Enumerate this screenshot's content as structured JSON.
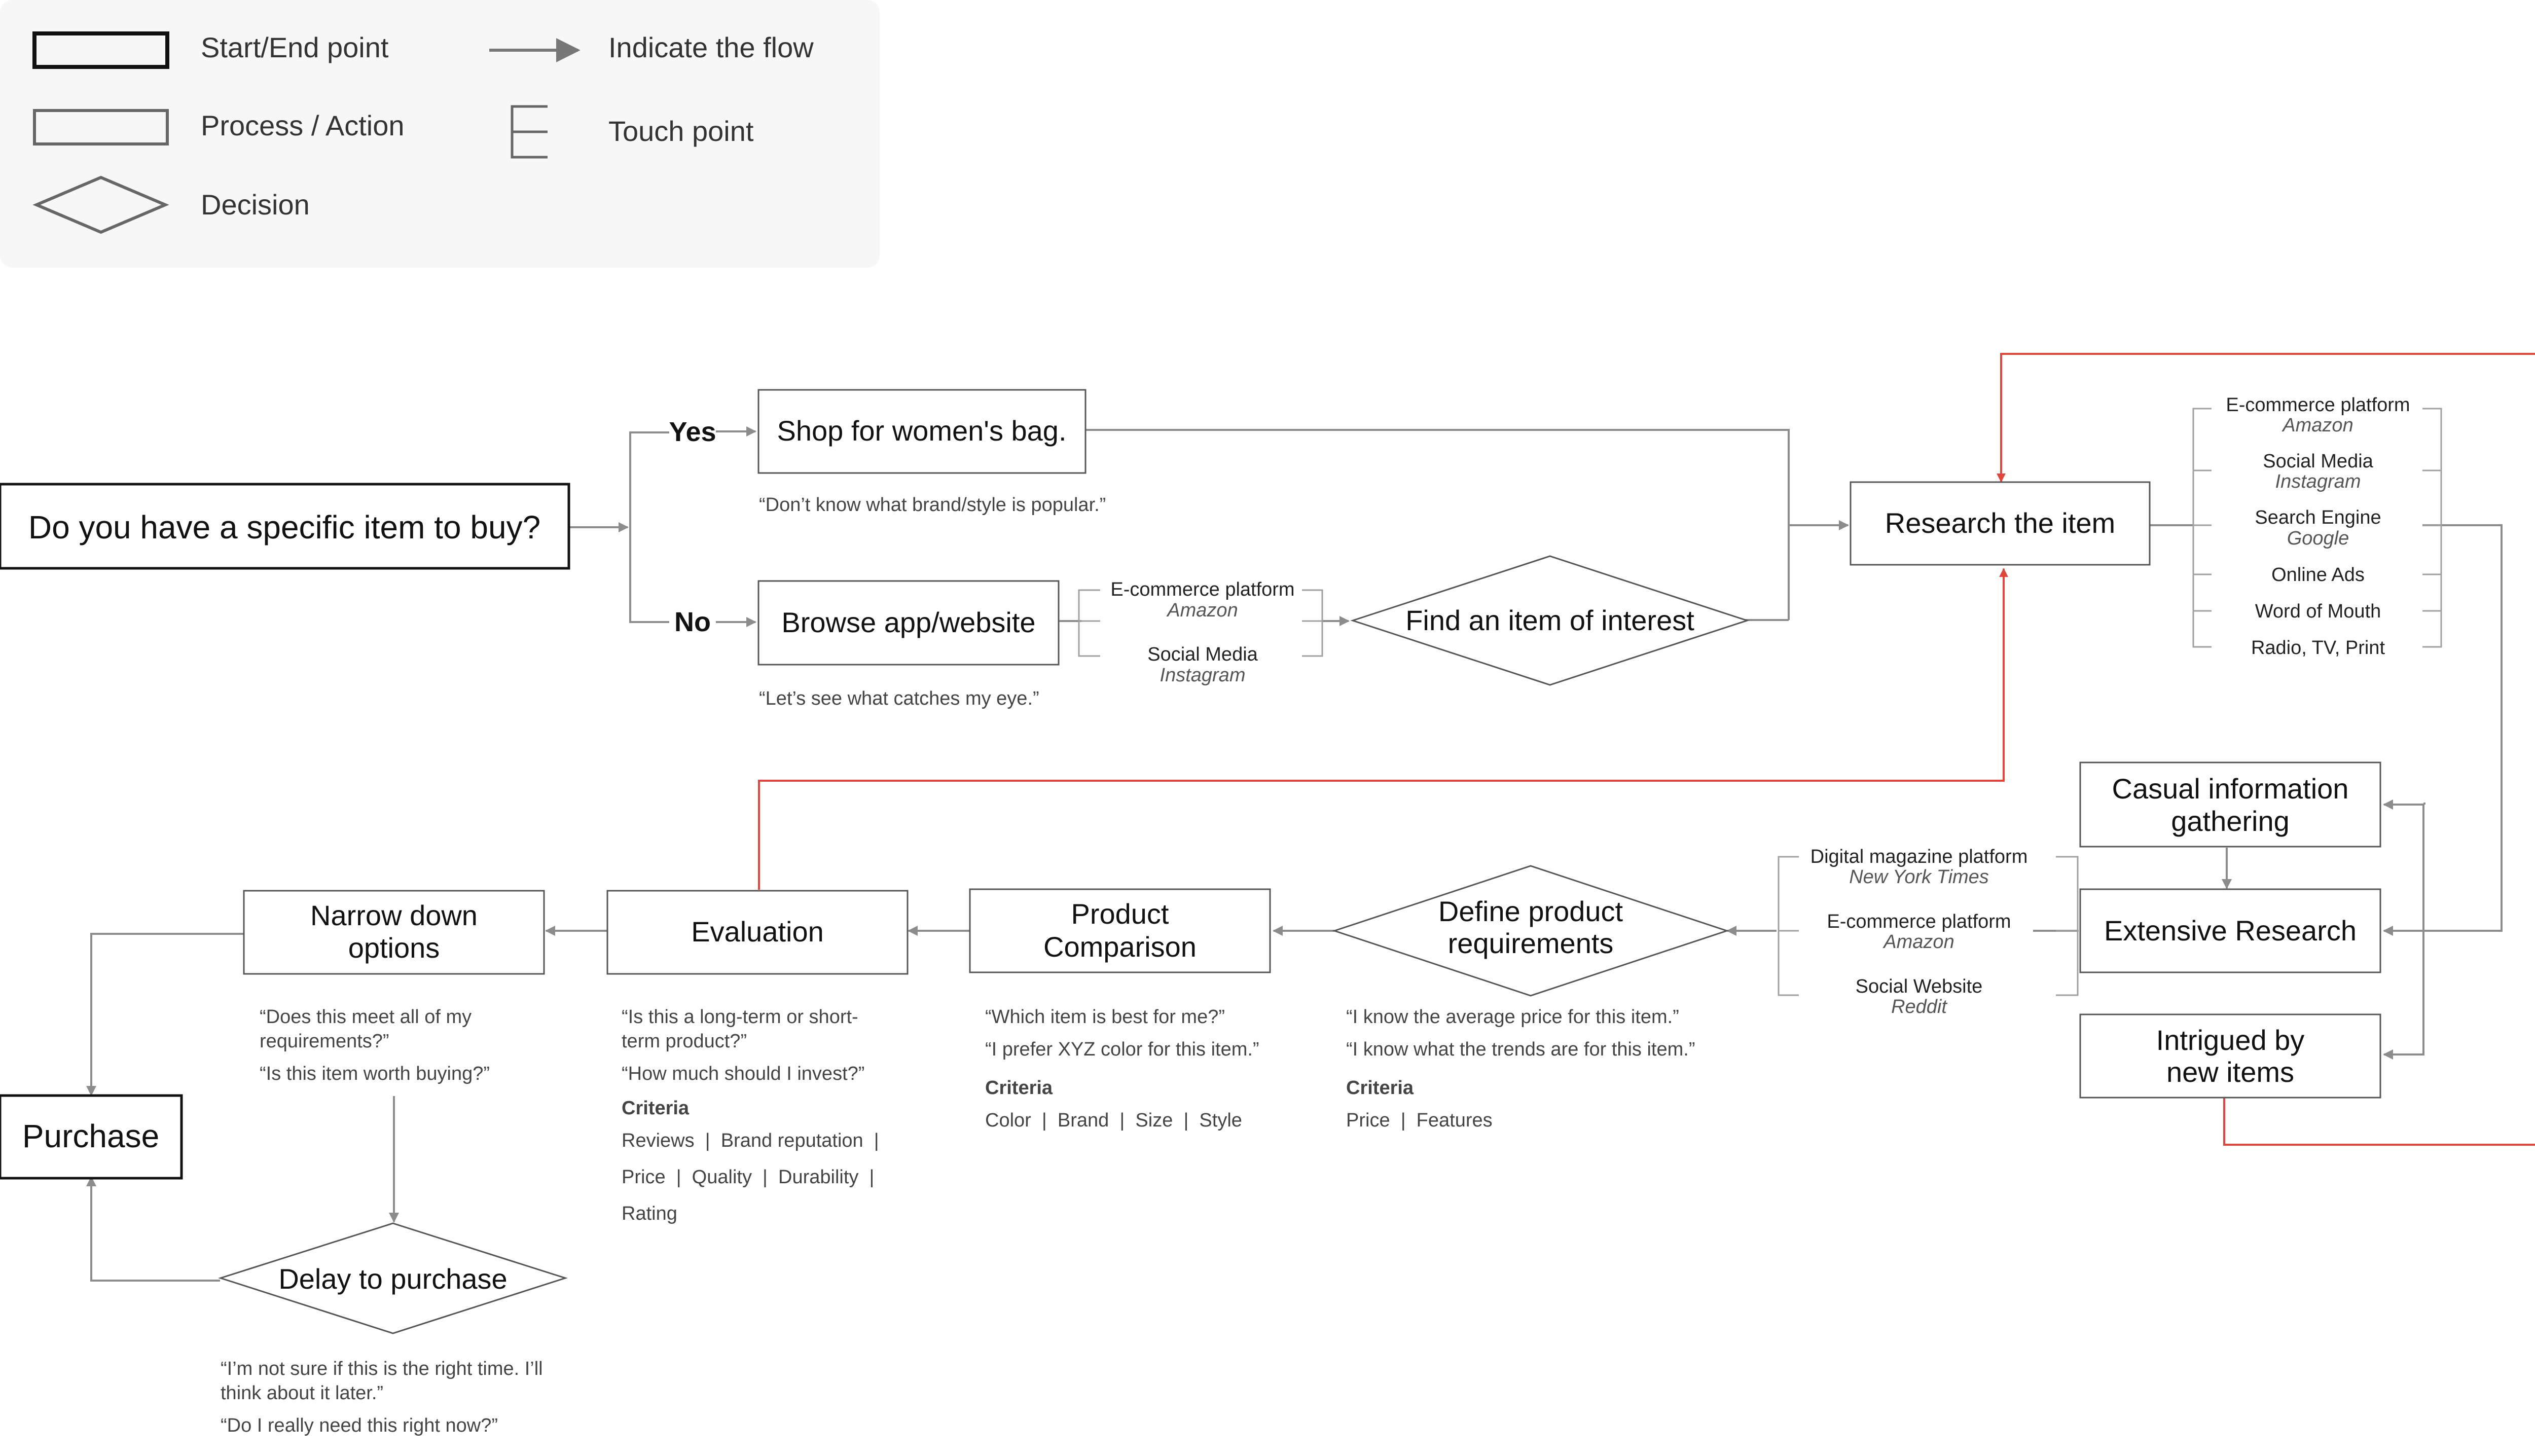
{
  "legend": {
    "start_end": "Start/End point",
    "process": "Process / Action",
    "decision": "Decision",
    "flow": "Indicate the flow",
    "touch": "Touch point"
  },
  "nodes": {
    "q_specific": "Do you have a specific item to buy?",
    "yes": "Yes",
    "no": "No",
    "shop_bag": "Shop for women's bag.",
    "shop_bag_quote": "“Don’t know what brand/style is popular.”",
    "browse": "Browse app/website",
    "browse_quote": "“Let’s see what catches my eye.”",
    "find_item": "Find an item of interest",
    "research": "Research the item",
    "casual_1": "Casual information",
    "casual_2": "gathering",
    "extensive": "Extensive Research",
    "intrigued_1": "Intrigued by",
    "intrigued_2": "new items",
    "define_1": "Define product",
    "define_2": "requirements",
    "comparison_1": "Product",
    "comparison_2": "Comparison",
    "evaluation": "Evaluation",
    "narrow_1": "Narrow down",
    "narrow_2": "options",
    "purchase": "Purchase",
    "delay": "Delay to purchase"
  },
  "touchpoints": {
    "browse": [
      {
        "name": "E-commerce platform",
        "example": "Amazon"
      },
      {
        "name": "Social Media",
        "example": "Instagram"
      }
    ],
    "research": [
      {
        "name": "E-commerce platform",
        "example": "Amazon"
      },
      {
        "name": "Social Media",
        "example": "Instagram"
      },
      {
        "name": "Search Engine",
        "example": "Google"
      },
      {
        "name": "Online Ads",
        "example": ""
      },
      {
        "name": "Word of Mouth",
        "example": ""
      },
      {
        "name": "Radio, TV, Print",
        "example": ""
      }
    ],
    "extensive": [
      {
        "name": "Digital magazine platform",
        "example": "New York Times"
      },
      {
        "name": "E-commerce platform",
        "example": "Amazon"
      },
      {
        "name": "Social Website",
        "example": "Reddit"
      }
    ]
  },
  "notes": {
    "define": {
      "quotes": [
        "“I know the average price for this item.”",
        "“I know what the trends are for this item.”"
      ],
      "criteria_label": "Criteria",
      "criteria": "Price  |  Features"
    },
    "comparison": {
      "quotes": [
        "“Which item is best for me?”",
        "“I prefer XYZ color for this item.”"
      ],
      "criteria_label": "Criteria",
      "criteria": "Color  |  Brand  |  Size  |  Style"
    },
    "evaluation": {
      "quotes": [
        "“Is this a long-term or short-",
        "term product?”",
        "“How much should I invest?”"
      ],
      "criteria_label": "Criteria",
      "criteria": [
        "Reviews  |  Brand reputation  |",
        "Price  |  Quality  |  Durability  |",
        "Rating"
      ]
    },
    "narrow": {
      "quotes": [
        "“Does this meet all of my",
        "requirements?”",
        "“Is this item worth buying?”"
      ]
    },
    "delay": {
      "quotes": [
        "“I’m not sure if this is the right time. I’ll",
        "think about it later.”",
        "“Do I really need this right now?”"
      ]
    }
  },
  "colors": {
    "line": "#8c8c8c",
    "box_border": "#5a5a5a",
    "start_border": "#111111",
    "text": "#111111",
    "secondary": "#444444",
    "loop": "#e0463c",
    "legend_bg": "#f7f7f7"
  }
}
